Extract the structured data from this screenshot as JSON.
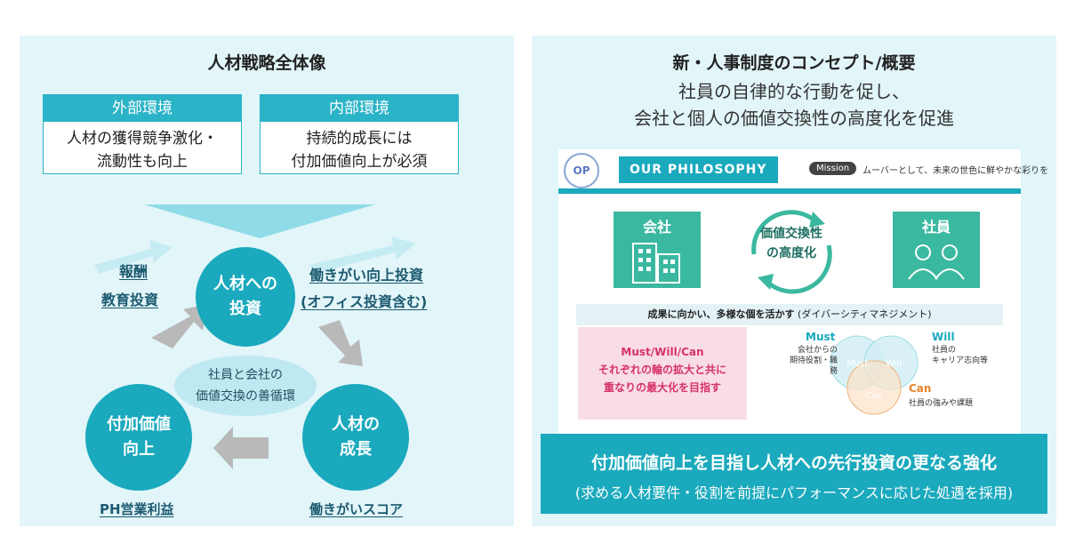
{
  "left": {
    "title": "人材戦略全体像",
    "external": {
      "head": "外部環境",
      "line1": "人材の獲得競争激化・",
      "line2": "流動性も向上"
    },
    "internal": {
      "head": "内部環境",
      "line1": "持続的成長には",
      "line2": "付加価値向上が必須"
    },
    "cycle": {
      "top": {
        "line1": "人材への",
        "line2": "投資"
      },
      "right": {
        "line1": "人材の",
        "line2": "成長"
      },
      "left": {
        "line1": "付加価値",
        "line2": "向上"
      },
      "center": {
        "line1": "社員と会社の",
        "line2": "価値交換の善循環"
      }
    },
    "labels": {
      "reward": "報酬",
      "education": "教育投資",
      "work_invest_1": "働きがい向上投資",
      "work_invest_2": "(オフィス投資含む)",
      "ph_profit": "PH営業利益",
      "work_score": "働きがいスコア"
    }
  },
  "right": {
    "title": "新・人事制度のコンセプト/概要",
    "subtitle_1": "社員の自律的な行動を促し、",
    "subtitle_2": "会社と個人の価値交換性の高度化を促進",
    "philosophy": {
      "heading": "OUR PHILOSOPHY",
      "mission_tag": "Mission",
      "mission_text": "ムーバーとして、未来の世色に鮮やかな彩りを"
    },
    "company": "会社",
    "employee": "社員",
    "exchange_1": "価値交換性",
    "exchange_2": "の高度化",
    "diversity_bold": "成果に向かい、多様な個を活かす",
    "diversity_paren": "(ダイバーシティマネジメント)",
    "mwc": {
      "title": "Must/Will/Can",
      "line2": "それぞれの輪の拡大と共に",
      "line3": "重なりの最大化を目指す",
      "must": "Must",
      "will": "Will",
      "can": "Can",
      "must_desc_1": "会社からの",
      "must_desc_2": "期待役割・職務",
      "will_desc_1": "社員の",
      "will_desc_2": "キャリア志向等",
      "can_desc": "社員の強みや課題"
    },
    "bottom_1": "付加価値向上を目指し人材への先行投資の更なる強化",
    "bottom_2": "(求める人材要件・役割を前提にパフォーマンスに応じた処遇を採用)"
  },
  "colors": {
    "teal": "#1aa9bd",
    "panel_bg": "#e2f5f9",
    "pink": "#f9dde5",
    "pink_text": "#d6336c",
    "orange": "#e8822a",
    "green": "#3bb8a0"
  }
}
